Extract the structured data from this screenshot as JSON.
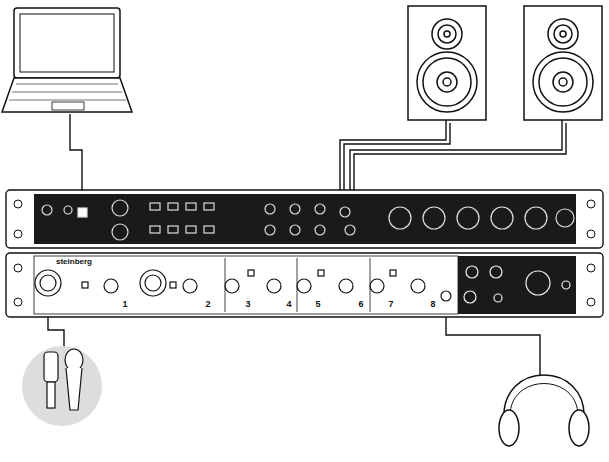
{
  "diagram": {
    "labels": [
      "steinberg",
      "1",
      "2",
      "3",
      "4",
      "5",
      "6",
      "7",
      "8"
    ]
  }
}
